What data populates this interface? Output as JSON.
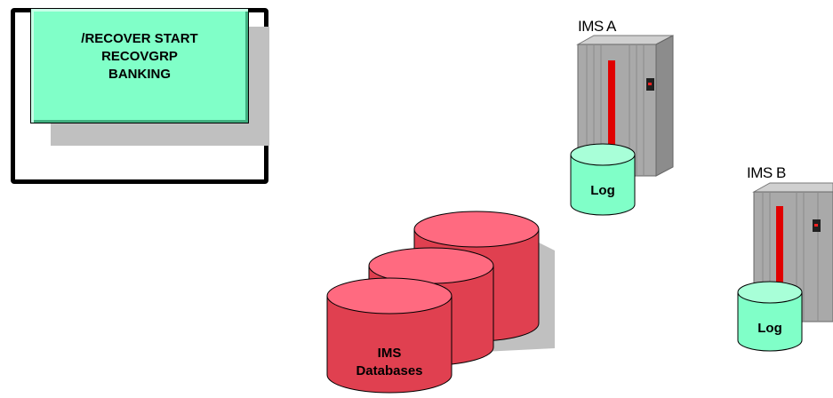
{
  "command_panel": {
    "lines": [
      "/RECOVER START",
      "RECOVGRP",
      "BANKING"
    ]
  },
  "systems": [
    {
      "label": "IMS A",
      "log_label": "Log"
    },
    {
      "label": "IMS B",
      "log_label": "Log"
    }
  ],
  "databases": {
    "line1": "IMS",
    "line2": "Databases"
  },
  "colors": {
    "command_bg": "#80ffc8",
    "log_cylinder": "#80ffc8",
    "database_red": "#e04050",
    "database_top": "#ff6a80",
    "server_gray": "#a8a8a8",
    "server_red_stripe": "#e00000"
  }
}
